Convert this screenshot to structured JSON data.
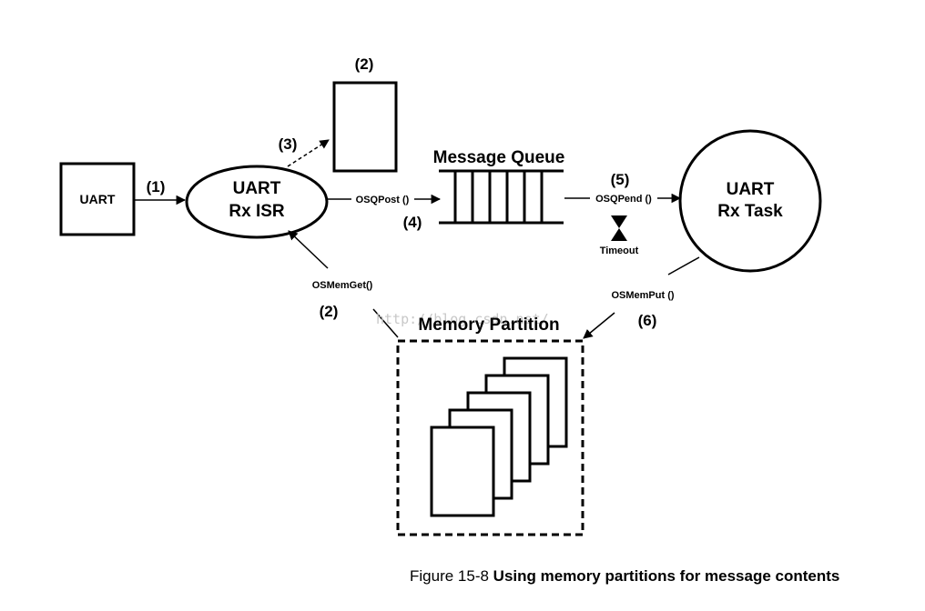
{
  "nodes": {
    "uart": "UART",
    "isr_line1": "UART",
    "isr_line2": "Rx ISR",
    "task_line1": "UART",
    "task_line2": "Rx Task",
    "queue_title": "Message Queue",
    "partition_title": "Memory Partition"
  },
  "steps": {
    "s1": "(1)",
    "s2_top": "(2)",
    "s2_bottom": "(2)",
    "s3": "(3)",
    "s4": "(4)",
    "s5": "(5)",
    "s6": "(6)"
  },
  "functions": {
    "post": "OSQPost ()",
    "pend": "OSQPend ()",
    "timeout": "Timeout",
    "memget": "OSMemGet()",
    "memput": "OSMemPut ()"
  },
  "watermark": "http://blog.csdn.net/",
  "caption": {
    "prefix": "Figure 15-8 ",
    "text": "Using memory partitions for message contents"
  }
}
